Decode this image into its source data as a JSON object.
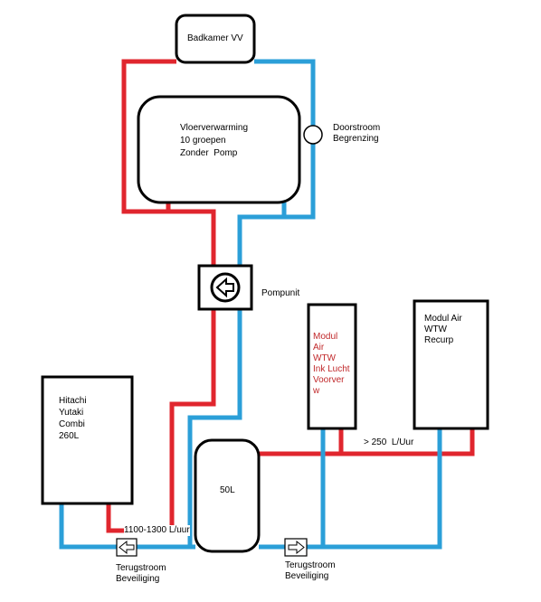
{
  "colors": {
    "hot_pipe": "#e0262e",
    "cold_pipe": "#2b9fd8",
    "outline": "#000000",
    "red_text": "#c0282a"
  },
  "labels": {
    "bathroom": "Badkamer VV",
    "floor_heating": "Vloerverwarming\n10 groepen\nZonder  Pomp",
    "flow_limit": "Doorstroom\nBegrenzing",
    "pump_unit": "Pompunit",
    "heat_pump": "Hitachi\nYutaki\nCombi\n260L",
    "buffer": "50L",
    "modul_air_1": "Modul\nAir\nWTW\nInk Lucht\nVoorver\nw",
    "modul_air_2": "Modul Air\nWTW\nRecurp",
    "flow_250": "> 250  L/Uur",
    "flow_main": "1100-1300 L/uur",
    "check_valve_left": "Terugstroom\nBeveiliging",
    "check_valve_right": "Terugstroom\nBeveiliging"
  },
  "icons": {
    "pump": "pump-arrow-icon",
    "check_valve_left": "arrow-left-icon",
    "check_valve_right": "arrow-right-icon",
    "flow_limit": "circle-outline-icon"
  }
}
